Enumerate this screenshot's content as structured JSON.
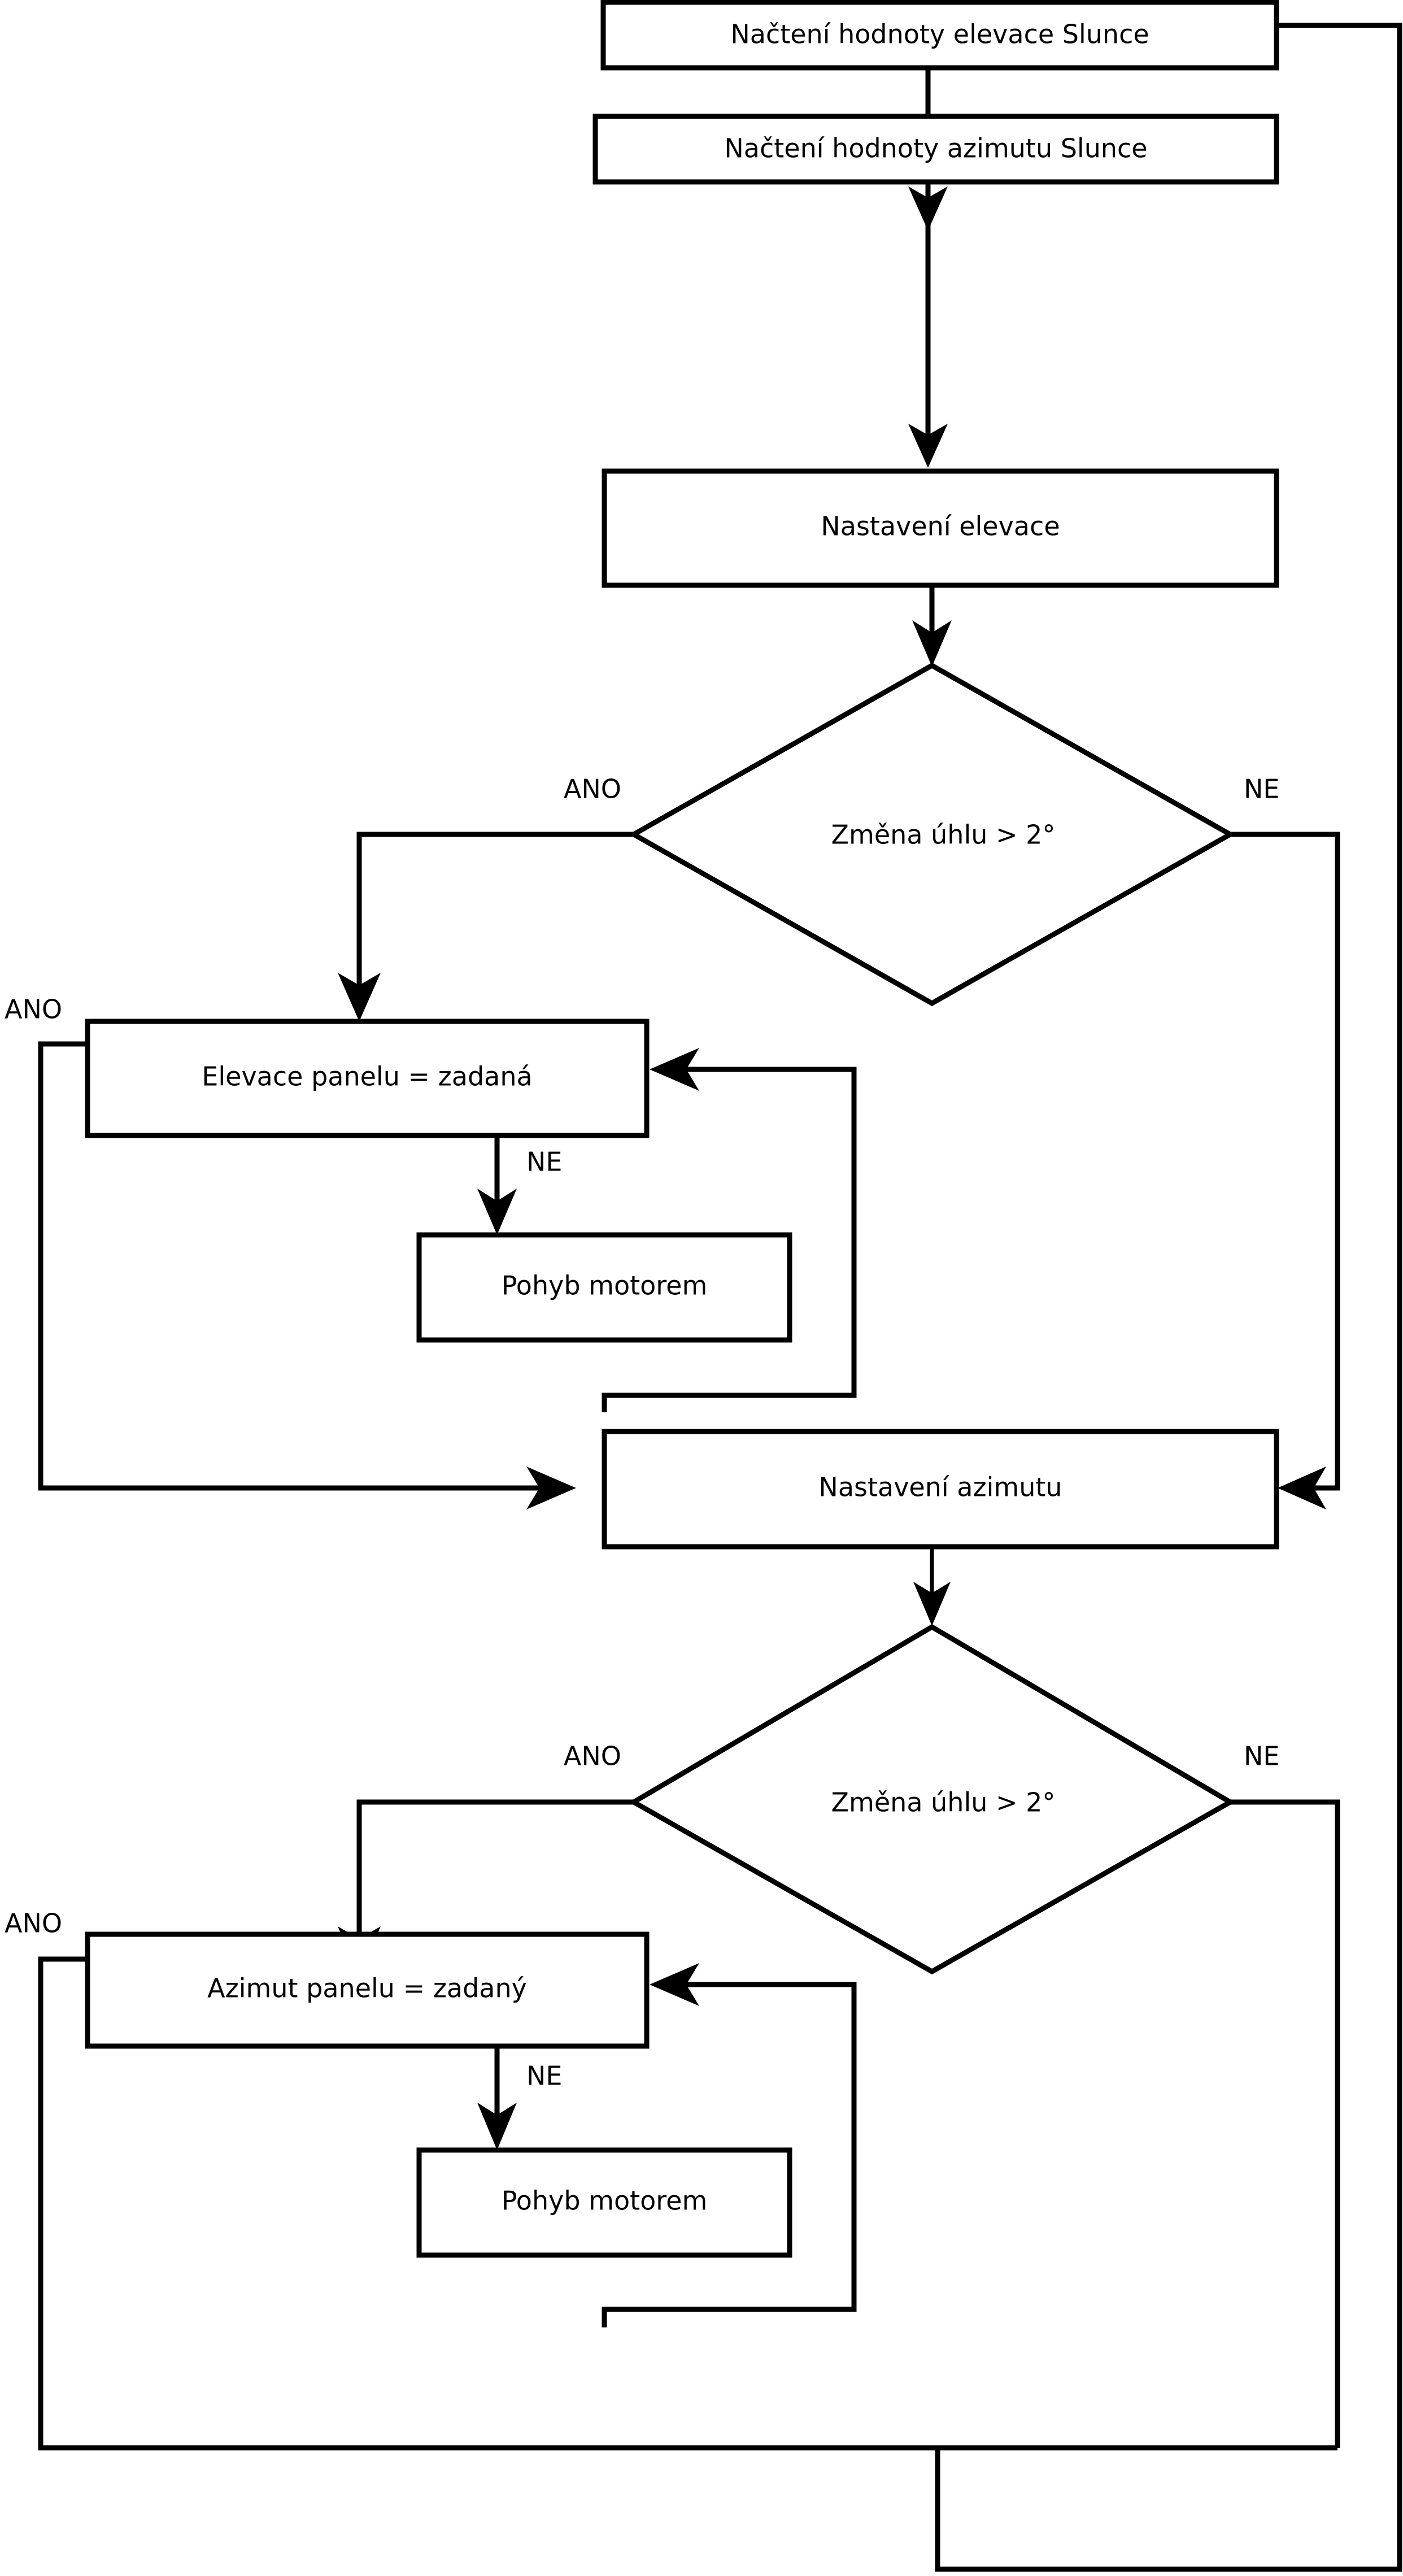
{
  "diagram": {
    "type": "flowchart",
    "language": "cs",
    "title": "Solar tracker control flowchart",
    "colors": {
      "stroke": "#000000",
      "fill": "#ffffff",
      "text": "#000000"
    },
    "nodes": [
      {
        "id": "read-elevation",
        "shape": "process",
        "label": "Načtení hodnoty elevace Slunce"
      },
      {
        "id": "read-azimuth",
        "shape": "process",
        "label": "Načtení hodnoty azimutu Slunce"
      },
      {
        "id": "set-elevation",
        "shape": "process",
        "label": "Nastavení elevace"
      },
      {
        "id": "decision-elevation",
        "shape": "decision",
        "label": "Změna úhlu > 2°"
      },
      {
        "id": "panel-elevation-equals",
        "shape": "process",
        "label": "Elevace panelu = zadaná"
      },
      {
        "id": "motor-move-elevation",
        "shape": "process",
        "label": "Pohyb motorem"
      },
      {
        "id": "set-azimuth",
        "shape": "process",
        "label": "Nastavení azimutu"
      },
      {
        "id": "decision-azimuth",
        "shape": "decision",
        "label": "Změna úhlu > 2°"
      },
      {
        "id": "panel-azimuth-equals",
        "shape": "process",
        "label": "Azimut panelu = zadaný"
      },
      {
        "id": "motor-move-azimuth",
        "shape": "process",
        "label": "Pohyb motorem"
      }
    ],
    "edge_labels": {
      "decision_elevation_yes": "ANO",
      "decision_elevation_no": "NE",
      "elevation_loop_yes": "ANO",
      "elevation_loop_no": "NE",
      "decision_azimuth_yes": "ANO",
      "decision_azimuth_no": "NE",
      "azimuth_loop_yes": "ANO",
      "azimuth_loop_no": "NE"
    },
    "edges": [
      {
        "from": "read-elevation",
        "to": "read-azimuth",
        "label": ""
      },
      {
        "from": "read-azimuth",
        "to": "set-elevation",
        "label": ""
      },
      {
        "from": "set-elevation",
        "to": "decision-elevation",
        "label": ""
      },
      {
        "from": "decision-elevation",
        "to": "panel-elevation-equals",
        "label": "ANO"
      },
      {
        "from": "decision-elevation",
        "to": "set-azimuth",
        "label": "NE"
      },
      {
        "from": "panel-elevation-equals",
        "to": "motor-move-elevation",
        "label": "NE"
      },
      {
        "from": "motor-move-elevation",
        "to": "panel-elevation-equals",
        "label": ""
      },
      {
        "from": "panel-elevation-equals",
        "to": "set-azimuth",
        "label": "ANO"
      },
      {
        "from": "set-azimuth",
        "to": "decision-azimuth",
        "label": ""
      },
      {
        "from": "decision-azimuth",
        "to": "panel-azimuth-equals",
        "label": "ANO"
      },
      {
        "from": "decision-azimuth",
        "to": "read-elevation",
        "label": "NE"
      },
      {
        "from": "panel-azimuth-equals",
        "to": "motor-move-azimuth",
        "label": "NE"
      },
      {
        "from": "motor-move-azimuth",
        "to": "panel-azimuth-equals",
        "label": ""
      },
      {
        "from": "panel-azimuth-equals",
        "to": "read-elevation",
        "label": "ANO"
      }
    ]
  }
}
